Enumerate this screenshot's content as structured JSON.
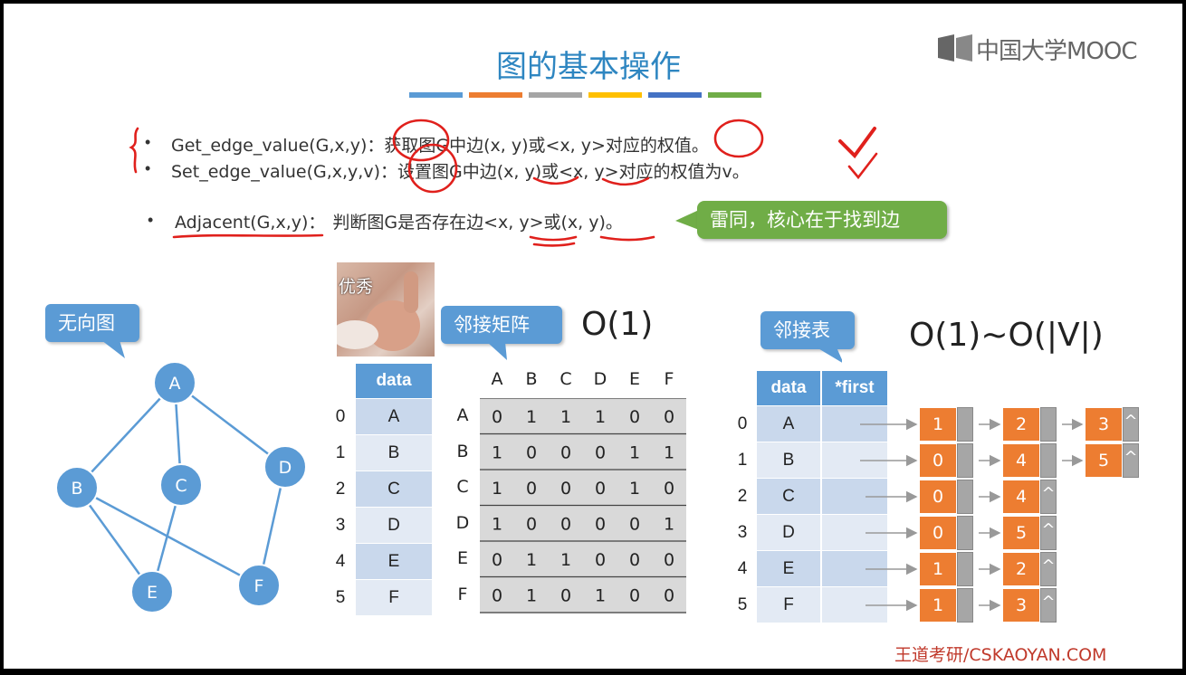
{
  "title": "图的基本操作",
  "logo": "中国大学MOOC",
  "title_bar_colors": [
    "#5b9bd5",
    "#ed7d31",
    "#a5a5a5",
    "#ffc000",
    "#4472c4",
    "#70ad47"
  ],
  "operations": [
    {
      "sig": "Get_edge_value(G,x,y)：",
      "desc": "获取图G中边(x, y)或<x, y>对应的权值。"
    },
    {
      "sig": "Set_edge_value(G,x,y,v)：",
      "desc": "设置图G中边(x, y)或<x, y>对应的权值为v。"
    },
    {
      "sig": "Adjacent(G,x,y)：",
      "desc": "判断图G是否存在边<x, y>或(x, y)。"
    }
  ],
  "green_callout": "雷同，核心在于找到边",
  "photo_label": "优秀",
  "graph": {
    "label": "无向图",
    "nodes": [
      "A",
      "B",
      "C",
      "D",
      "E",
      "F"
    ]
  },
  "matrix": {
    "label": "邻接矩阵",
    "complexity": "O(1)",
    "data_header": "data",
    "indices": [
      "0",
      "1",
      "2",
      "3",
      "4",
      "5"
    ],
    "vertices": [
      "A",
      "B",
      "C",
      "D",
      "E",
      "F"
    ],
    "col_headers": [
      "A",
      "B",
      "C",
      "D",
      "E",
      "F"
    ],
    "rows": [
      [
        "0",
        "1",
        "1",
        "1",
        "0",
        "0"
      ],
      [
        "1",
        "0",
        "0",
        "0",
        "1",
        "1"
      ],
      [
        "1",
        "0",
        "0",
        "0",
        "1",
        "0"
      ],
      [
        "1",
        "0",
        "0",
        "0",
        "0",
        "1"
      ],
      [
        "0",
        "1",
        "1",
        "0",
        "0",
        "0"
      ],
      [
        "0",
        "1",
        "0",
        "1",
        "0",
        "0"
      ]
    ]
  },
  "adjlist": {
    "label": "邻接表",
    "complexity": "O(1)~O(|V|)",
    "headers": [
      "data",
      "*first"
    ],
    "indices": [
      "0",
      "1",
      "2",
      "3",
      "4",
      "5"
    ],
    "vertices": [
      "A",
      "B",
      "C",
      "D",
      "E",
      "F"
    ],
    "null_symbol": "^",
    "lists": [
      [
        "1",
        "2",
        "3"
      ],
      [
        "0",
        "4",
        "5"
      ],
      [
        "0",
        "4"
      ],
      [
        "0",
        "5"
      ],
      [
        "1",
        "2"
      ],
      [
        "1",
        "3"
      ]
    ]
  },
  "footer": "王道考研/CSKAOYAN.COM"
}
